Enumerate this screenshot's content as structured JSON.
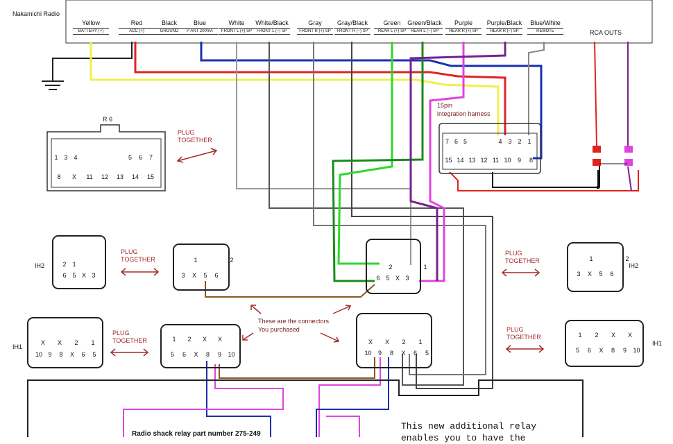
{
  "header": {
    "radio_title": "Nakamichi Radio",
    "wires": [
      {
        "color": "Yellow",
        "func": "BATTERY (+)"
      },
      {
        "color": "Red",
        "func": "ACC (+)"
      },
      {
        "color": "Black",
        "func": "GROUND"
      },
      {
        "color": "Blue",
        "func": "P ANT 200mA"
      },
      {
        "color": "White",
        "func": "FRONT L (+) SP"
      },
      {
        "color": "White/Black",
        "func": "FRONT L (–) SP"
      },
      {
        "color": "Gray",
        "func": "FRONT R (+) SP"
      },
      {
        "color": "Gray/Black",
        "func": "FRONT R (–) SP"
      },
      {
        "color": "Green",
        "func": "REAR L (+) SP"
      },
      {
        "color": "Green/Black",
        "func": "REAR L (–) SP"
      },
      {
        "color": "Purple",
        "func": "REAR R (+) SP"
      },
      {
        "color": "Purple/Black",
        "func": "REAR R (–) SP"
      },
      {
        "color": "Blue/White",
        "func": "REMOTE"
      }
    ],
    "rca_label": "RCA OUTS"
  },
  "harness": {
    "label_line1": "15pin",
    "label_line2": "integration harness",
    "row1": [
      "7",
      "6",
      "5",
      "4",
      "3",
      "2",
      "1"
    ],
    "row2": [
      "15",
      "14",
      "13",
      "12",
      "11",
      "10",
      "9",
      "8"
    ]
  },
  "r6": {
    "label": "R 6",
    "row1": [
      "1",
      "3",
      "4",
      "5",
      "6",
      "7"
    ],
    "row2": [
      "8",
      "X",
      "11",
      "12",
      "13",
      "14",
      "15"
    ]
  },
  "plug_together": {
    "line1": "PLUG",
    "line2": "TOGETHER"
  },
  "ih2": {
    "label": "IH2",
    "row1": [
      "2",
      "1"
    ],
    "row2": [
      "6",
      "5",
      "X",
      "3"
    ],
    "mate_row1": [
      "1",
      "2"
    ],
    "mate_row2": [
      "3",
      "X",
      "5",
      "6"
    ]
  },
  "ih1": {
    "label": "IH1",
    "row1": [
      "X",
      "X",
      "2",
      "1"
    ],
    "row2": [
      "10",
      "9",
      "8",
      "X",
      "6",
      "5"
    ],
    "mate_row1": [
      "1",
      "2",
      "X",
      "X"
    ],
    "mate_row2": [
      "5",
      "6",
      "X",
      "8",
      "9",
      "10"
    ]
  },
  "purchased_note": {
    "line1": "These are the connectors",
    "line2": "You purchased"
  },
  "relay_note": "Radio shack relay part number 275-249",
  "relay_text": {
    "line1": "This new additional relay",
    "line2": "enables you to have the"
  },
  "colors": {
    "yellow": "#f2ee4c",
    "red": "#e0231f",
    "black": "#111111",
    "blue": "#1a2fb0",
    "green": "#2bd92b",
    "dark_green": "#1b8a1b",
    "purple": "#7a1f8f",
    "magenta": "#e044e0",
    "brown": "#8a5a1e",
    "gray": "#8a8a8a"
  }
}
